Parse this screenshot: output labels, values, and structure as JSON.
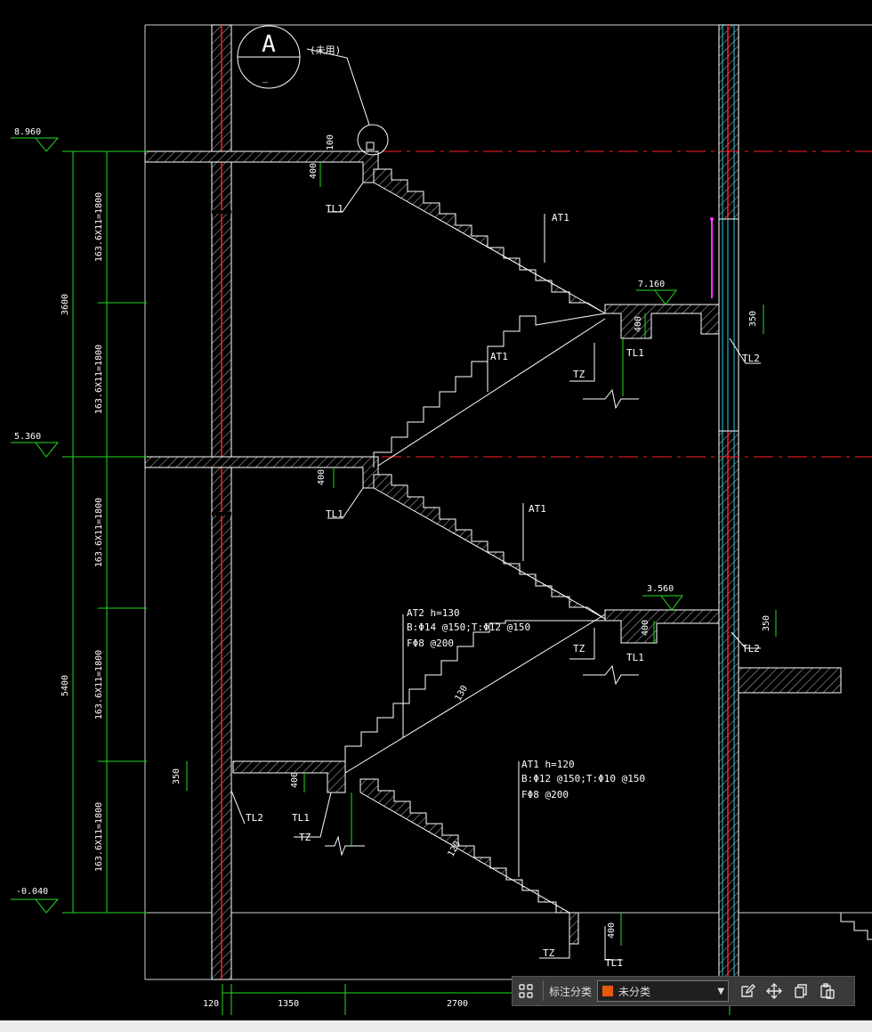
{
  "drawing": {
    "elevations": [
      "8.960",
      "5.360",
      "-0.040",
      "7.160",
      "3.560"
    ],
    "vertical_dims": [
      "3600",
      "5400",
      "163.6X11=1800"
    ],
    "local_dims": [
      "400",
      "350",
      "100",
      "130",
      "120"
    ],
    "bottom_dims": [
      "120",
      "1350",
      "2700"
    ],
    "section_marker": {
      "letter": "A",
      "sub": "_",
      "note": "(未用)"
    },
    "labels": {
      "at1": "AT1",
      "tl1": "TL1",
      "tl2": "TL2",
      "tz": "TZ",
      "at2_line1": "AT2  h=130",
      "at2_line2": "B:Φ14 @150;T:Φ12 @150",
      "at2_line3": "FΦ8 @200",
      "at1_line1": "AT1  h=120",
      "at1_line2": "B:Φ12 @150;T:Φ10 @150",
      "at1_line3": "FΦ8 @200"
    },
    "colors": {
      "background": "#000000",
      "wall": "#ffffff",
      "axis": "#ff2020",
      "dimension": "#22dd22",
      "cyan": "#22ccdd",
      "magenta": "#ff33ff"
    }
  },
  "toolbar": {
    "label": "标注分类",
    "selected": "未分类",
    "selected_color": "#e8590c",
    "icons": [
      "grid-icon",
      "edit-icon",
      "move-icon",
      "copy-icon",
      "paste-icon"
    ]
  }
}
